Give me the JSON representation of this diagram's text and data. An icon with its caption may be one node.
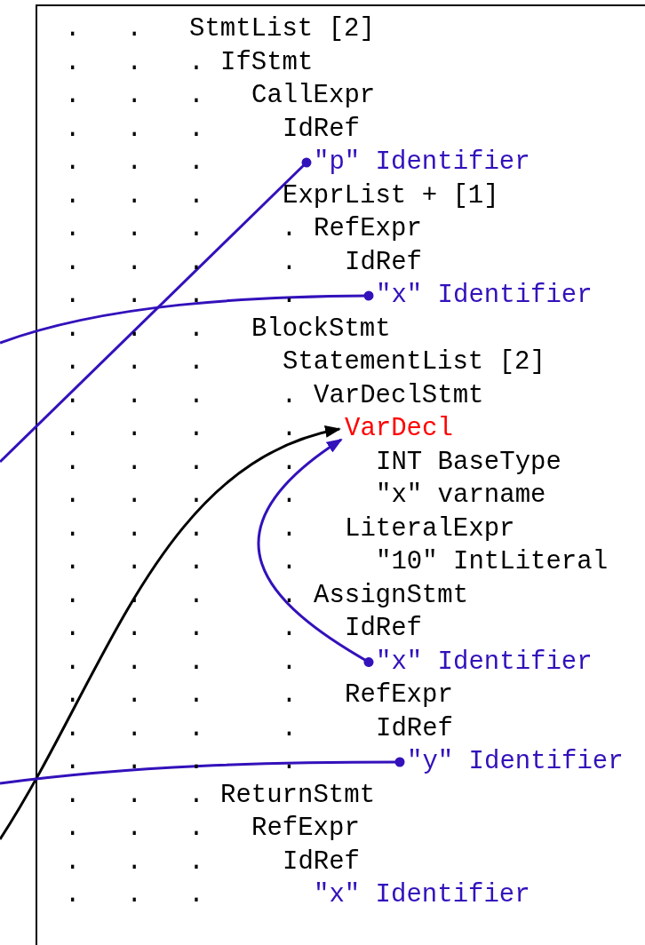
{
  "diagram": {
    "nodes": [
      {
        "text": [
          "StmtList [2]"
        ]
      },
      {
        "text": [
          "IfStmt"
        ]
      },
      {
        "text": [
          "CallExpr"
        ]
      },
      {
        "text": [
          "IdRef"
        ]
      },
      {
        "text": [
          "\"p\" Identifier"
        ]
      },
      {
        "text": [
          "ExprList + [1]"
        ]
      },
      {
        "text": [
          "RefExpr"
        ]
      },
      {
        "text": [
          "IdRef"
        ]
      },
      {
        "text": [
          "\"x\" Identifier"
        ]
      },
      {
        "text": [
          "BlockStmt"
        ]
      },
      {
        "text": [
          "StatementList [2]"
        ]
      },
      {
        "text": [
          "VarDeclStmt"
        ]
      },
      {
        "text": [
          "VarDecl"
        ]
      },
      {
        "text": [
          "INT BaseType"
        ]
      },
      {
        "text": [
          "\"x\" varname"
        ]
      },
      {
        "text": [
          "LiteralExpr"
        ]
      },
      {
        "text": [
          "\"10\" IntLiteral"
        ]
      },
      {
        "text": [
          "AssignStmt"
        ]
      },
      {
        "text": [
          "IdRef"
        ]
      },
      {
        "text": [
          "\"x\" Identifier"
        ]
      },
      {
        "text": [
          "RefExpr"
        ]
      },
      {
        "text": [
          "IdRef"
        ]
      },
      {
        "text": [
          "\"y\" Identifier"
        ]
      },
      {
        "text": [
          "ReturnStmt"
        ]
      },
      {
        "text": [
          "RefExpr"
        ]
      },
      {
        "text": [
          "IdRef"
        ]
      },
      {
        "text": [
          "\"x\" Identifier"
        ]
      }
    ],
    "edges": [
      {
        "from": null,
        "to": 4,
        "arrow": "other"
      },
      {
        "from": null,
        "to": 8,
        "arrow": "other"
      },
      {
        "from": null,
        "to": 12,
        "arrow": "to",
        "color": "#000000"
      },
      {
        "from": 19,
        "to": 12,
        "arrow": "to"
      },
      {
        "from": null,
        "to": 22,
        "arrow": "other"
      }
    ],
    "labels": [
      ".   .",
      ".   .   .",
      ".   .   .",
      ".   .   .",
      ".   .   .",
      ".   .   .",
      ".   .   .     .",
      ".   .   .     .",
      ".   .   .     .",
      ".   .   .",
      ".   .   .",
      ".   .   .     .",
      ".   .   .     .",
      ".   .   .     .",
      ".   .   .     .",
      ".   .   .     .",
      ".   .   .     .",
      ".   .   .     .",
      ".   .   .     .",
      ".   .   .     .",
      ".   .   .     .",
      ".   .   .     .",
      ".   .   .     .",
      ".   .   .",
      ".   .   .",
      ".   .   .",
      ".   .   ."
    ]
  }
}
